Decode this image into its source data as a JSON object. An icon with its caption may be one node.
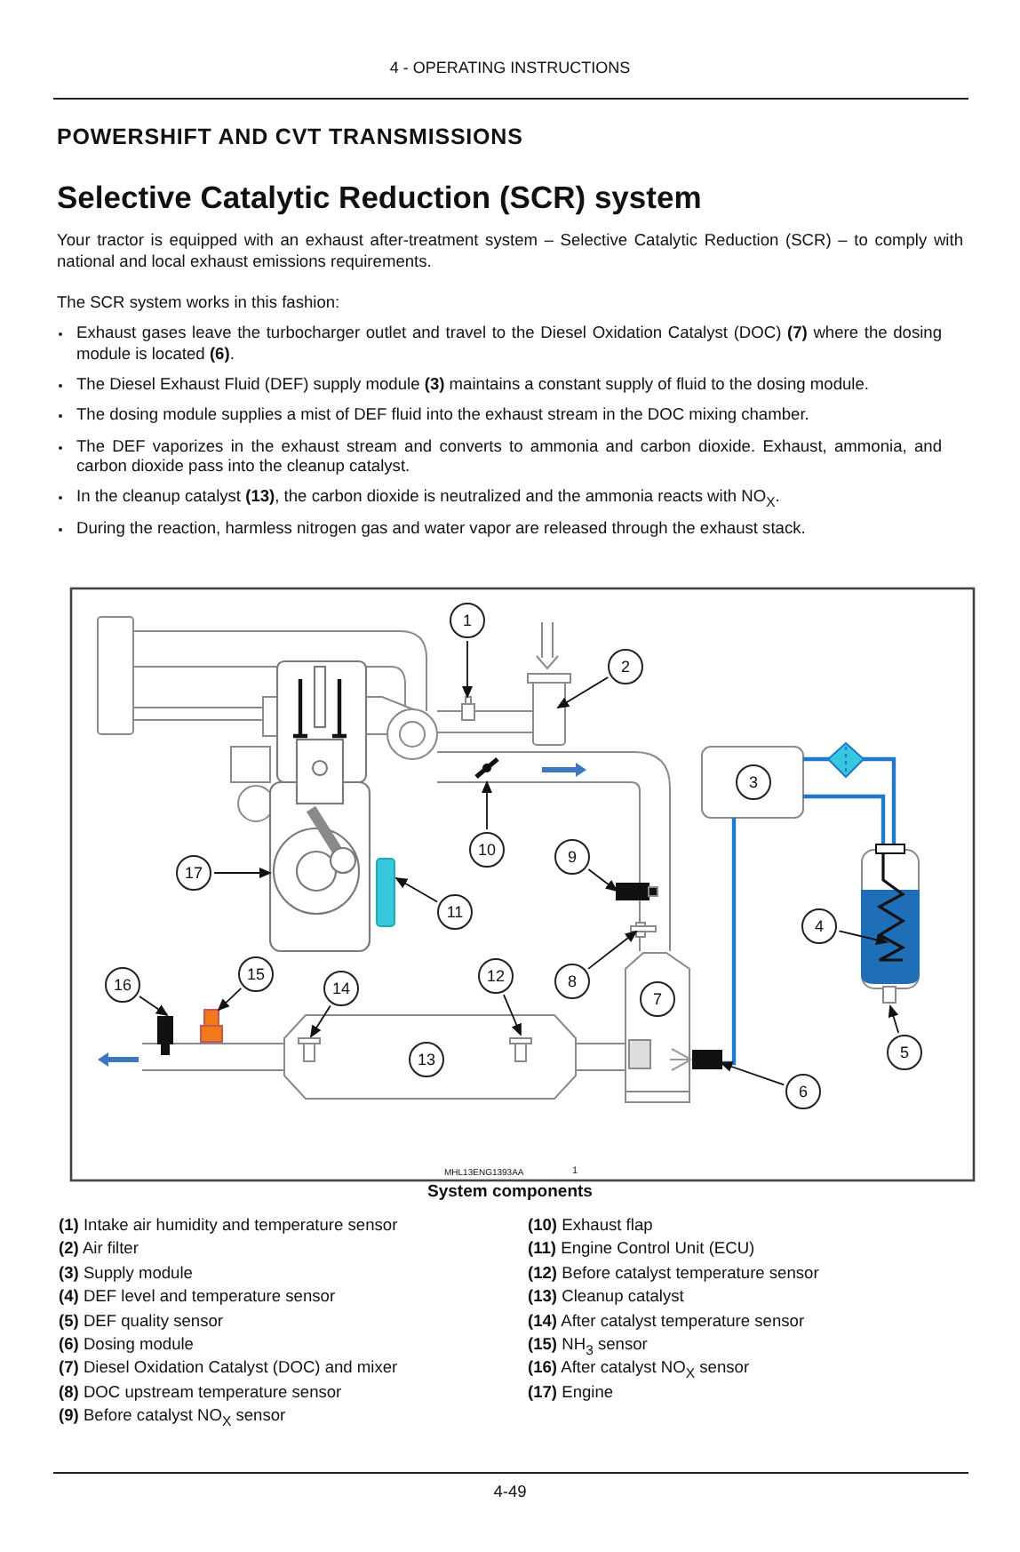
{
  "diagram": {
    "title": "Selective Catalytic Reduction (SCR) system",
    "caption": "System components",
    "nodes": [
      {
        "text": [
          "1"
        ]
      },
      {
        "text": [
          "2"
        ]
      },
      {
        "text": [
          "3"
        ]
      },
      {
        "text": [
          "4"
        ]
      },
      {
        "text": [
          "5"
        ]
      },
      {
        "text": [
          "6"
        ]
      },
      {
        "text": [
          "7"
        ]
      },
      {
        "text": [
          "8"
        ]
      },
      {
        "text": [
          "9"
        ]
      },
      {
        "text": [
          "10"
        ]
      },
      {
        "text": [
          "11"
        ]
      },
      {
        "text": [
          "12"
        ]
      },
      {
        "text": [
          "13"
        ]
      },
      {
        "text": [
          "14"
        ]
      },
      {
        "text": [
          "15"
        ]
      },
      {
        "text": [
          "16"
        ]
      },
      {
        "text": [
          "17"
        ]
      },
      {
        "text": [],
        "shape": "box"
      },
      {
        "text": [],
        "shape": "box"
      },
      {
        "text": [],
        "shape": "picture"
      },
      {
        "text": [],
        "shape": "box"
      },
      {
        "text": [],
        "shape": "box"
      }
    ],
    "edges": [
      {
        "from": 0,
        "to": 18,
        "arrow": "to"
      },
      {
        "from": 1,
        "to": null,
        "arrow": "to"
      },
      {
        "from": 3,
        "to": null,
        "arrow": "to"
      },
      {
        "from": 4,
        "to": null,
        "arrow": "to"
      },
      {
        "from": 5,
        "to": 17,
        "arrow": "to"
      },
      {
        "from": 7,
        "to": null,
        "arrow": "to"
      },
      {
        "from": 8,
        "to": null,
        "arrow": "to"
      },
      {
        "from": 9,
        "to": null,
        "arrow": "to"
      },
      {
        "from": 10,
        "to": 21,
        "arrow": "to"
      },
      {
        "from": 11,
        "to": null,
        "arrow": "to"
      },
      {
        "from": 13,
        "to": null,
        "arrow": "to"
      },
      {
        "from": 14,
        "to": 20,
        "arrow": "to"
      },
      {
        "from": 15,
        "to": null,
        "arrow": "to"
      },
      {
        "from": 16,
        "to": 19,
        "arrow": "to"
      }
    ],
    "labels": [
      "4 - OPERATING INSTRUCTIONS",
      "POWERSHIFT AND CVT TRANSMISSIONS",
      "Your tractor is equipped with an exhaust after-treatment system – Selective Catalytic Reduction (SCR) – to comply with national and local exhaust emissions requirements.",
      "The SCR system works in this fashion:",
      "Exhaust gases leave the turbocharger outlet and travel to the Diesel Oxidation Catalyst (DOC) **(7)** where the dosing module is located **(6)**.",
      "The Diesel Exhaust Fluid (DEF) supply module **(3)** maintains a constant supply of fluid to the dosing module.",
      "The dosing module supplies a mist of DEF fluid into the exhaust stream in the DOC mixing chamber.",
      "The DEF vaporizes in the exhaust stream and converts to ammonia and carbon dioxide. Exhaust, ammonia, and carbon dioxide pass into the cleanup catalyst.",
      "In the cleanup catalyst **(13)**, the carbon dioxide is neutralized and the ammonia reacts with NO$_{X}$.",
      "During the reaction, harmless nitrogen gas and water vapor are released through the exhaust stack.",
      "MHL13ENG1393AA",
      "1",
      "**(1)** Intake air humidity and temperature sensor",
      "**(10)** Exhaust flap",
      "**(2)** Air filter",
      "**(11)** Engine Control Unit (ECU)",
      "**(3)** Supply module",
      "**(12)** Before catalyst temperature sensor",
      "**(4)** DEF level and temperature sensor",
      "**(13)** Cleanup catalyst",
      "**(5)** DEF quality sensor",
      "**(14)** After catalyst temperature sensor",
      "**(6)** Dosing module",
      "**(15)** NH$_{3}$ sensor",
      "**(7)** Diesel Oxidation Catalyst (DOC) and mixer",
      "**(16)** After catalyst NO$_{X}$ sensor",
      "**(8)** DOC upstream temperature sensor",
      "**(17)** Engine",
      "**(9)** Before catalyst NO$_{X}$ sensor",
      "4-49"
    ]
  }
}
